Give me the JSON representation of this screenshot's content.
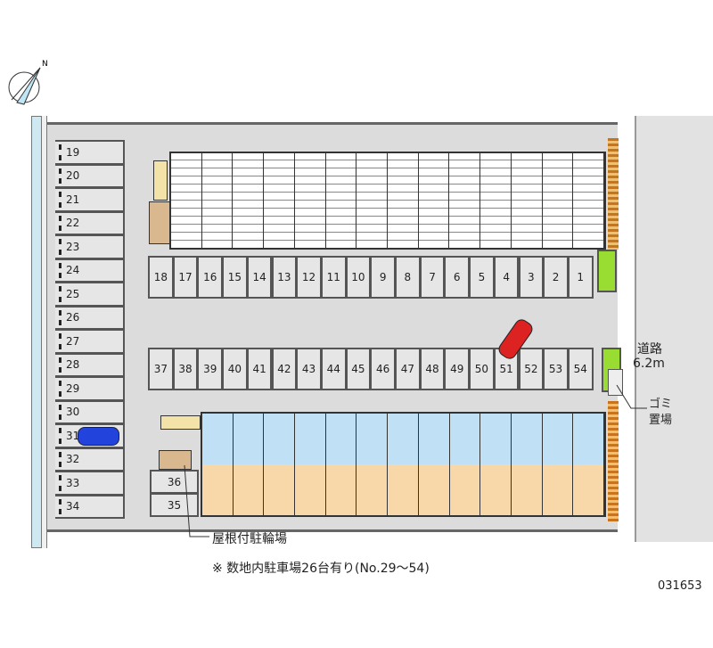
{
  "compass": {
    "north_label": "N"
  },
  "left_column_slots": [
    "19",
    "20",
    "21",
    "22",
    "23",
    "24",
    "25",
    "26",
    "27",
    "28",
    "29",
    "30",
    "31",
    "32",
    "33",
    "34"
  ],
  "top_row_slots": [
    "18",
    "17",
    "16",
    "15",
    "14",
    "13",
    "12",
    "11",
    "10",
    "9",
    "8",
    "7",
    "6",
    "5",
    "4",
    "3",
    "2",
    "1"
  ],
  "bottom_row_slots": [
    "37",
    "38",
    "39",
    "40",
    "41",
    "42",
    "43",
    "44",
    "45",
    "46",
    "47",
    "48",
    "49",
    "50",
    "51",
    "52",
    "53",
    "54"
  ],
  "covered_slots": [
    "36",
    "35"
  ],
  "labels": {
    "road": "道路",
    "road_width": "6.2m",
    "garbage_1": "ゴミ",
    "garbage_2": "置場",
    "bicycle_parking": "屋根付駐輪場",
    "note": "※ 数地内駐車場26台有り(No.29～54)",
    "map_id": "031653"
  },
  "colors": {
    "green": "#99dd33",
    "unit_blue": "#bfe0f5",
    "unit_orange": "#f8d8a8",
    "car_blue": "#2244dd",
    "car_red": "#dd2222"
  }
}
